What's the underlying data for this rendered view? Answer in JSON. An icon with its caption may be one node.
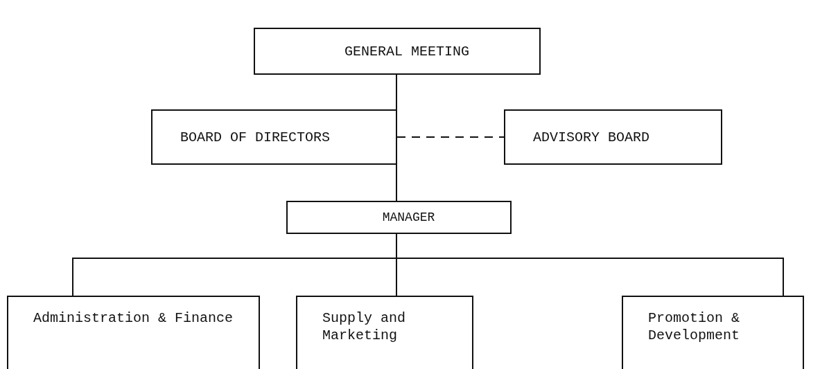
{
  "diagram": {
    "nodes": [
      {
        "text": [
          "GENERAL MEETING"
        ]
      },
      {
        "text": [
          "BOARD OF DIRECTORS"
        ]
      },
      {
        "text": [
          "ADVISORY BOARD"
        ]
      },
      {
        "text": [
          "MANAGER"
        ]
      },
      {
        "text": [
          "Administration & Finance"
        ]
      },
      {
        "text": [
          "Supply and Marketing"
        ]
      },
      {
        "text": [
          "Promotion & Development"
        ]
      }
    ],
    "edges": [
      {
        "from": 0,
        "to": 1,
        "arrow": "none"
      },
      {
        "from": 1,
        "to": 2,
        "arrow": "none",
        "style": "dashed"
      },
      {
        "from": 1,
        "to": 3,
        "arrow": "none"
      },
      {
        "from": 3,
        "to": 4,
        "arrow": "none"
      },
      {
        "from": 3,
        "to": 5,
        "arrow": "none"
      },
      {
        "from": 3,
        "to": 6,
        "arrow": "none"
      }
    ]
  }
}
